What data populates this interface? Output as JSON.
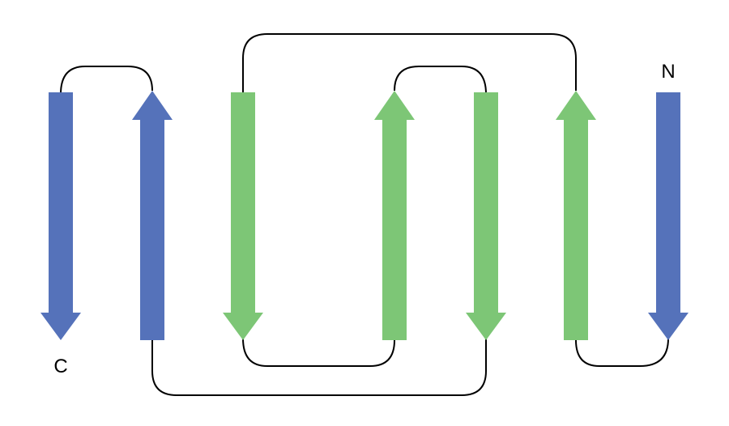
{
  "colors": {
    "blue_strand": "#5572BA",
    "green_strand": "#7DC676",
    "loop": "#000000"
  },
  "labels": {
    "n_terminus": "N",
    "c_terminus": "C"
  },
  "strands": [
    {
      "id": "strand-1",
      "color": "blue",
      "direction": "down"
    },
    {
      "id": "strand-2",
      "color": "green",
      "direction": "up"
    },
    {
      "id": "strand-3",
      "color": "green",
      "direction": "down"
    },
    {
      "id": "strand-4",
      "color": "green",
      "direction": "up"
    },
    {
      "id": "strand-5",
      "color": "green",
      "direction": "down"
    },
    {
      "id": "strand-6",
      "color": "blue",
      "direction": "up"
    },
    {
      "id": "strand-7",
      "color": "blue",
      "direction": "down"
    }
  ]
}
